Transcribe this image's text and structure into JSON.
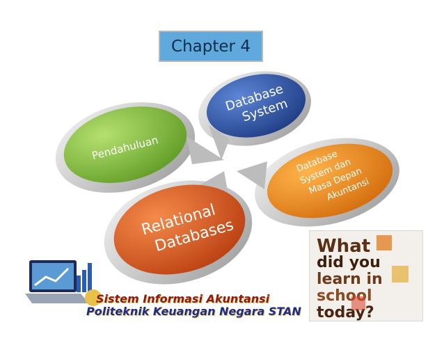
{
  "chapter": {
    "label": "Chapter 4"
  },
  "cycle": {
    "petals": [
      {
        "lines": [
          "Database",
          "System"
        ],
        "color": "#2b4fa0"
      },
      {
        "lines": [
          "Pendahuluan"
        ],
        "color": "#8dc63f"
      },
      {
        "lines": [
          "Database",
          "System dan",
          "Masa Depan",
          "Akuntansi"
        ],
        "color": "#ef8a1e"
      },
      {
        "lines": [
          "Relational",
          "Databases"
        ],
        "color": "#e25a1c"
      }
    ]
  },
  "what_image": {
    "lines": [
      "What",
      "did you",
      "learn in",
      "school",
      "today?"
    ]
  },
  "logo": {
    "line1": "Sistem Informasi Akuntansi",
    "line2": "Politeknik Keuangan Negara STAN"
  }
}
